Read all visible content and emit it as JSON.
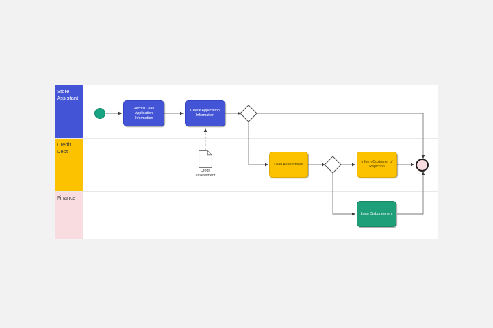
{
  "diagram": {
    "type": "bpmn-process-diagram",
    "background_color": "#f2f2f2",
    "pool_background": "#ffffff"
  },
  "lanes": [
    {
      "id": "store-assistant",
      "label": "Store\nAssistant",
      "label_line1": "Store",
      "label_line2": "Assistant",
      "color": "#4355d6",
      "text_color": "#ffffff"
    },
    {
      "id": "credit-dept",
      "label": "Credit\nDept",
      "label_line1": "Credit",
      "label_line2": "Dept",
      "color": "#fcc200",
      "text_color": "#3a3a3a"
    },
    {
      "id": "finance",
      "label": "Finance",
      "label_line1": "Finance",
      "label_line2": "",
      "color": "#f8dce0",
      "text_color": "#3a3a3a"
    }
  ],
  "nodes": {
    "start_event": {
      "name": "start-event",
      "type": "start-event",
      "label": "",
      "color": "#17a482",
      "lane": "store-assistant"
    },
    "record_loan": {
      "name": "record-loan-application-information-task",
      "type": "task",
      "label": "Record Loan Application Information",
      "color": "#4355d6",
      "lane": "store-assistant"
    },
    "check_application": {
      "name": "check-application-information-task",
      "type": "task",
      "label": "Check Application Information",
      "color": "#4355d6",
      "lane": "store-assistant"
    },
    "gateway_1": {
      "name": "gateway-after-check",
      "type": "exclusive-gateway",
      "label": "",
      "color": "#ffffff",
      "lane": "store-assistant"
    },
    "credit_assessment": {
      "name": "credit-assessment-data-object",
      "type": "data-object",
      "label": "Credit assessment",
      "label_line1": "Credit",
      "label_line2": "assessment",
      "color": "#ffffff",
      "lane": "credit-dept"
    },
    "loan_assessment": {
      "name": "loan-assessment-task",
      "type": "task",
      "label": "Loan Assessment",
      "color": "#fcc200",
      "lane": "credit-dept"
    },
    "gateway_2": {
      "name": "gateway-after-assessment",
      "type": "exclusive-gateway",
      "label": "",
      "color": "#ffffff",
      "lane": "credit-dept"
    },
    "inform_rejection": {
      "name": "inform-customer-of-rejection-task",
      "type": "task",
      "label": "Inform Customer of Rejection",
      "color": "#fcc200",
      "lane": "credit-dept"
    },
    "end_event": {
      "name": "end-event",
      "type": "end-event",
      "label": "",
      "color": "#fadde0",
      "lane": "credit-dept"
    },
    "loan_disbursement": {
      "name": "loan-disbursement-task",
      "type": "task",
      "label": "Loan Disbursement",
      "color": "#1e9e79",
      "lane": "finance"
    }
  },
  "flows": [
    {
      "from": "start_event",
      "to": "record_loan",
      "type": "sequence-flow"
    },
    {
      "from": "record_loan",
      "to": "check_application",
      "type": "sequence-flow"
    },
    {
      "from": "check_application",
      "to": "gateway_1",
      "type": "sequence-flow"
    },
    {
      "from": "credit_assessment",
      "to": "check_application",
      "type": "data-association"
    },
    {
      "from": "gateway_1",
      "to": "loan_assessment",
      "type": "sequence-flow"
    },
    {
      "from": "gateway_1",
      "to": "end_event",
      "type": "sequence-flow"
    },
    {
      "from": "loan_assessment",
      "to": "gateway_2",
      "type": "sequence-flow"
    },
    {
      "from": "gateway_2",
      "to": "inform_rejection",
      "type": "sequence-flow"
    },
    {
      "from": "gateway_2",
      "to": "loan_disbursement",
      "type": "sequence-flow"
    },
    {
      "from": "inform_rejection",
      "to": "end_event",
      "type": "sequence-flow"
    },
    {
      "from": "loan_disbursement",
      "to": "end_event",
      "type": "sequence-flow"
    }
  ]
}
